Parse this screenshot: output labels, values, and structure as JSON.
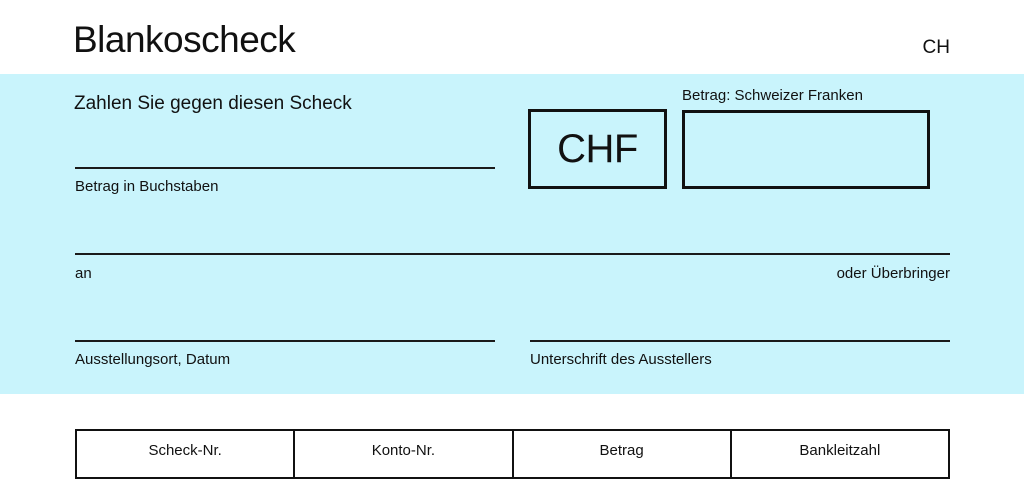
{
  "header": {
    "title": "Blankoscheck",
    "country": "CH"
  },
  "check": {
    "pay_instruction": "Zahlen Sie gegen diesen Scheck",
    "currency": "CHF",
    "amount_label": "Betrag: Schweizer Franken",
    "amount_value": "",
    "amount_in_words_label": "Betrag in Buchstaben",
    "payee_prefix": "an",
    "payee_suffix": "oder Überbringer",
    "place_date_label": "Ausstellungsort, Datum",
    "signature_label": "Unterschrift des Ausstellers"
  },
  "table": {
    "headers": [
      "Scheck-Nr.",
      "Konto-Nr.",
      "Betrag",
      "Bankleitzahl"
    ]
  }
}
